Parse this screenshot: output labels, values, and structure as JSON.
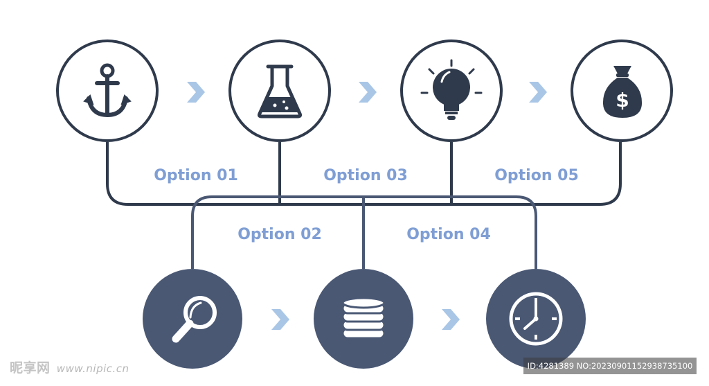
{
  "colors": {
    "outline": "#2f3a4c",
    "fill_dark": "#4a5874",
    "label": "#7f9ed4",
    "arrow": "#a9c6e6"
  },
  "top_nodes": [
    {
      "icon": "anchor-icon"
    },
    {
      "icon": "flask-icon"
    },
    {
      "icon": "lightbulb-icon"
    },
    {
      "icon": "money-bag-icon",
      "glyph": "$"
    }
  ],
  "bottom_nodes": [
    {
      "icon": "magnifier-icon"
    },
    {
      "icon": "coin-stack-icon"
    },
    {
      "icon": "clock-icon"
    }
  ],
  "options": {
    "o1": "Option 01",
    "o2": "Option 02",
    "o3": "Option 03",
    "o4": "Option 04",
    "o5": "Option 05"
  },
  "watermark": {
    "site": "昵享网",
    "url": "www.nipic.cn",
    "id": "ID:4281389 NO:20230901152938735100"
  }
}
